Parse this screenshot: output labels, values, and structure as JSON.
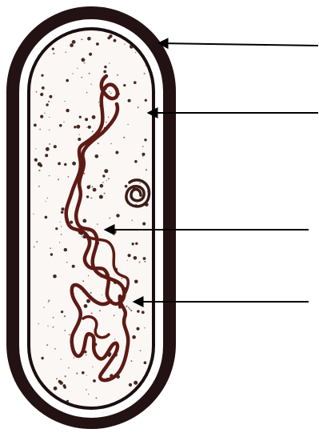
{
  "diagram": {
    "subject": "bacterial-cell-structure",
    "colors": {
      "background": "#ffffff",
      "cell_wall": "#231214",
      "membrane": "#1a0e10",
      "cytoplasm": "#fbf7f5",
      "ribosome": "#3a1c16",
      "nucleoid": "#5e1a14",
      "plasmid": "#3a1c16",
      "pointer": "#000000"
    },
    "pointers": [
      {
        "target": "cell-wall",
        "label": ""
      },
      {
        "target": "cell-membrane",
        "label": ""
      },
      {
        "target": "nucleoid",
        "label": ""
      },
      {
        "target": "cytoplasm-ribosomes",
        "label": ""
      }
    ]
  }
}
